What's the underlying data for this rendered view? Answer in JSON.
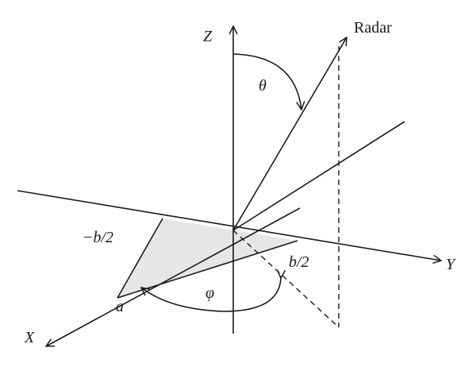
{
  "labels": {
    "z_axis": "Z",
    "y_axis": "Y",
    "x_axis": "X",
    "radar": "Radar",
    "theta": "θ",
    "phi": "φ",
    "neg_half_b": "−b/2",
    "pos_half_b": "b/2",
    "a": "a"
  },
  "colors": {
    "line": "#1a1a1a",
    "shaded_triangle": "#e6e6e6"
  }
}
